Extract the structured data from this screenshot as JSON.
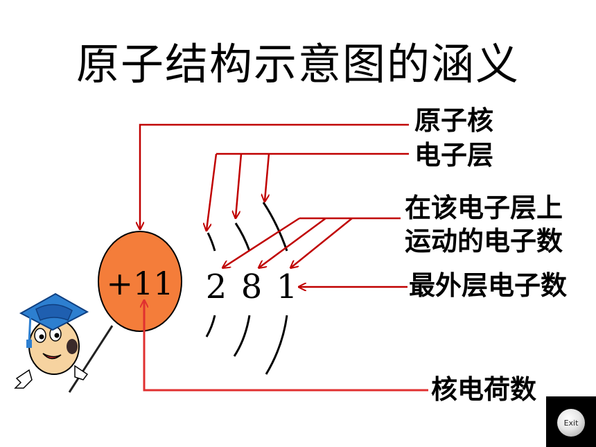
{
  "slide": {
    "title": "原子结构示意图的涵义"
  },
  "diagram": {
    "nucleus_charge": "+11",
    "shell_electrons": [
      "2",
      "8",
      "1"
    ],
    "labels": {
      "nucleus": "原子核",
      "electron_shell": "电子层",
      "shell_electrons_line1": "在该电子层上",
      "shell_electrons_line2": "运动的电子数",
      "outermost_electrons": "最外层电子数",
      "nuclear_charge": "核电荷数"
    },
    "colors": {
      "nucleus_fill": "#f47d3a",
      "arrow": "#c00000",
      "lower_arrow": "#e03030"
    }
  },
  "controls": {
    "exit_label": "Exit"
  }
}
